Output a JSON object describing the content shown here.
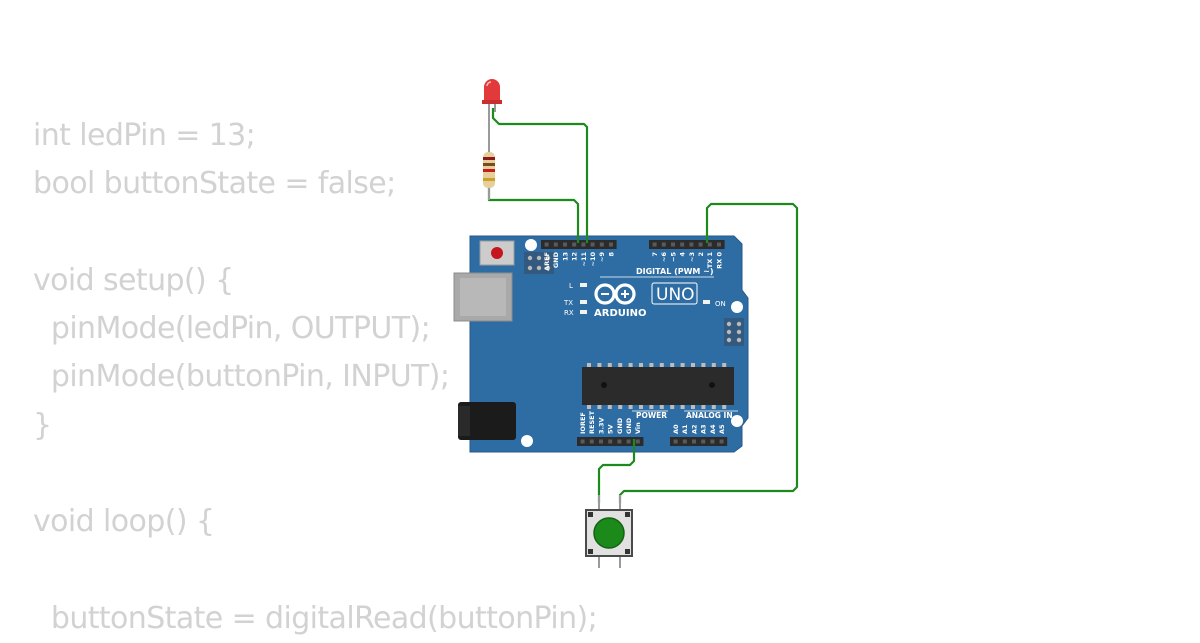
{
  "code_lines": [
    "int ledPin = 13;",
    "bool buttonState = false;",
    "",
    "void setup() {",
    "  pinMode(ledPin, OUTPUT);",
    "  pinMode(buttonPin, INPUT);",
    "}",
    "",
    "void loop() {",
    "",
    "  buttonState = digitalRead(buttonPin);"
  ],
  "board": {
    "model": "UNO",
    "brand": "ARDUINO",
    "digital_header_label": "DIGITAL (PWM ~)",
    "power_label": "POWER",
    "analog_label": "ANALOG IN",
    "led_l": "L",
    "led_tx": "TX",
    "led_rx": "RX",
    "led_on": "ON",
    "top_left_pins": [
      "AREF",
      "GND",
      "13",
      "12",
      "~11",
      "~10",
      "~9",
      "8"
    ],
    "top_right_pins": [
      "7",
      "~6",
      "~5",
      "4",
      "~3",
      "2",
      "TX 1",
      "RX 0"
    ],
    "power_pins": [
      "IOREF",
      "RESET",
      "3.3V",
      "5V",
      "GND",
      "GND",
      "Vin"
    ],
    "analog_pins": [
      "A0",
      "A1",
      "A2",
      "A3",
      "A4",
      "A5"
    ]
  },
  "colors": {
    "board": "#2e6da4",
    "wire": "#1e8a1e",
    "led": "#e23a3a",
    "button_cap": "#1b8a1b",
    "code_text": "#d2d2d2"
  },
  "components": {
    "led": "red-led",
    "resistor": "resistor",
    "button": "pushbutton"
  }
}
